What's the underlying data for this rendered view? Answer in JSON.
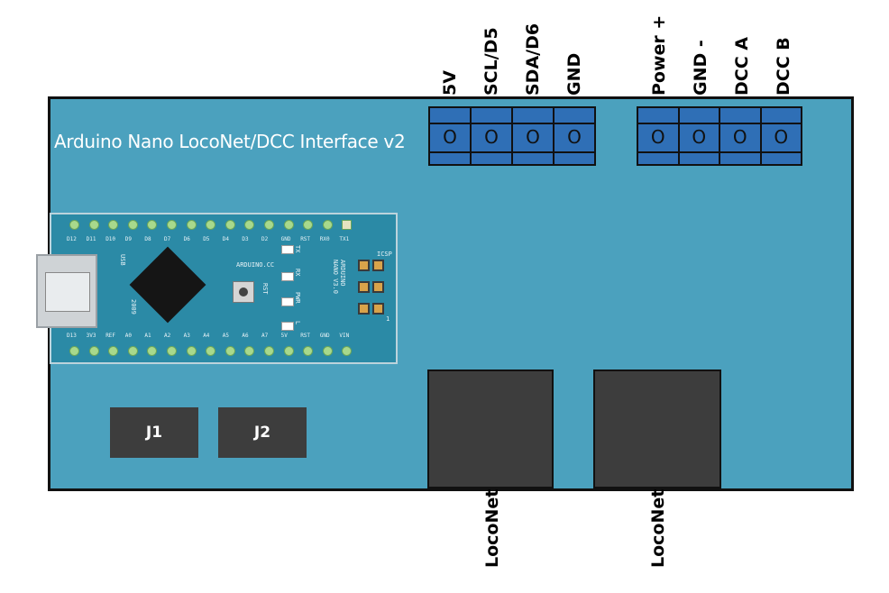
{
  "board": {
    "title": "Arduino Nano LocoNet/DCC Interface v2"
  },
  "terminals": {
    "left": {
      "labels": [
        "5V",
        "SCL/D5",
        "SDA/D6",
        "GND"
      ],
      "marks": [
        "O",
        "O",
        "O",
        "O"
      ]
    },
    "right": {
      "labels": [
        "Power +",
        "GND -",
        "DCC A",
        "DCC B"
      ],
      "marks": [
        "O",
        "O",
        "O",
        "O"
      ]
    }
  },
  "jumpers": {
    "j1": "J1",
    "j2": "J2"
  },
  "loconet": {
    "left_label": "LocoNet",
    "right_label": "LocoNet"
  },
  "nano": {
    "top_pins": [
      "D12",
      "D11",
      "D10",
      "D9",
      "D8",
      "D7",
      "D6",
      "D5",
      "D4",
      "D3",
      "D2",
      "GND",
      "RST",
      "RX0",
      "TX1"
    ],
    "bottom_pins": [
      "D13",
      "3V3",
      "REF",
      "A0",
      "A1",
      "A2",
      "A3",
      "A4",
      "A5",
      "A6",
      "A7",
      "5V",
      "RST",
      "GND",
      "VIN"
    ],
    "brand": "ARDUINO.CC",
    "model": "ARDUINO NANO V3.0",
    "icsp": "ICSP",
    "usb_label": "USB",
    "year": "2009",
    "rst_label": "RST",
    "led_labels": [
      "TX",
      "RX",
      "PWR",
      "L"
    ],
    "icsp_pin1": "1"
  },
  "colors": {
    "board": "#4ba1be",
    "terminal": "#2f6fb6",
    "connector": "#3d3d3d",
    "nano_pcb": "#2b8aa6"
  }
}
